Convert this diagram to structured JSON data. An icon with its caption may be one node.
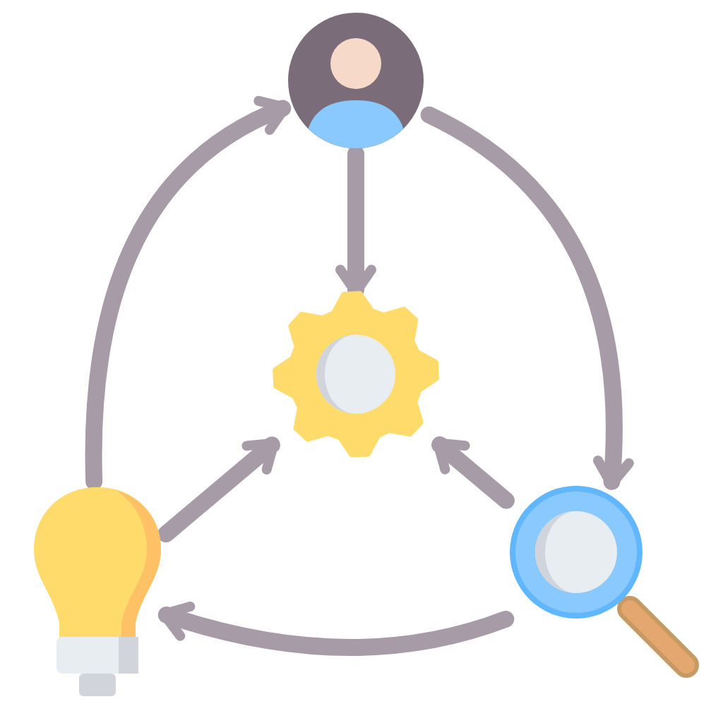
{
  "diagram": {
    "nodes": [
      {
        "text": [],
        "shape": "person"
      },
      {
        "text": [],
        "shape": "gear"
      },
      {
        "text": [],
        "shape": "lightbulb"
      },
      {
        "text": [],
        "shape": "magnifier"
      }
    ],
    "edges": [
      {
        "from": 0,
        "to": 1,
        "arrow": "to"
      },
      {
        "from": 2,
        "to": 1,
        "arrow": "to"
      },
      {
        "from": 3,
        "to": 1,
        "arrow": "to"
      },
      {
        "from": 0,
        "to": 3,
        "arrow": "to"
      },
      {
        "from": 3,
        "to": 2,
        "arrow": "to"
      },
      {
        "from": 2,
        "to": 0,
        "arrow": "to"
      }
    ]
  }
}
